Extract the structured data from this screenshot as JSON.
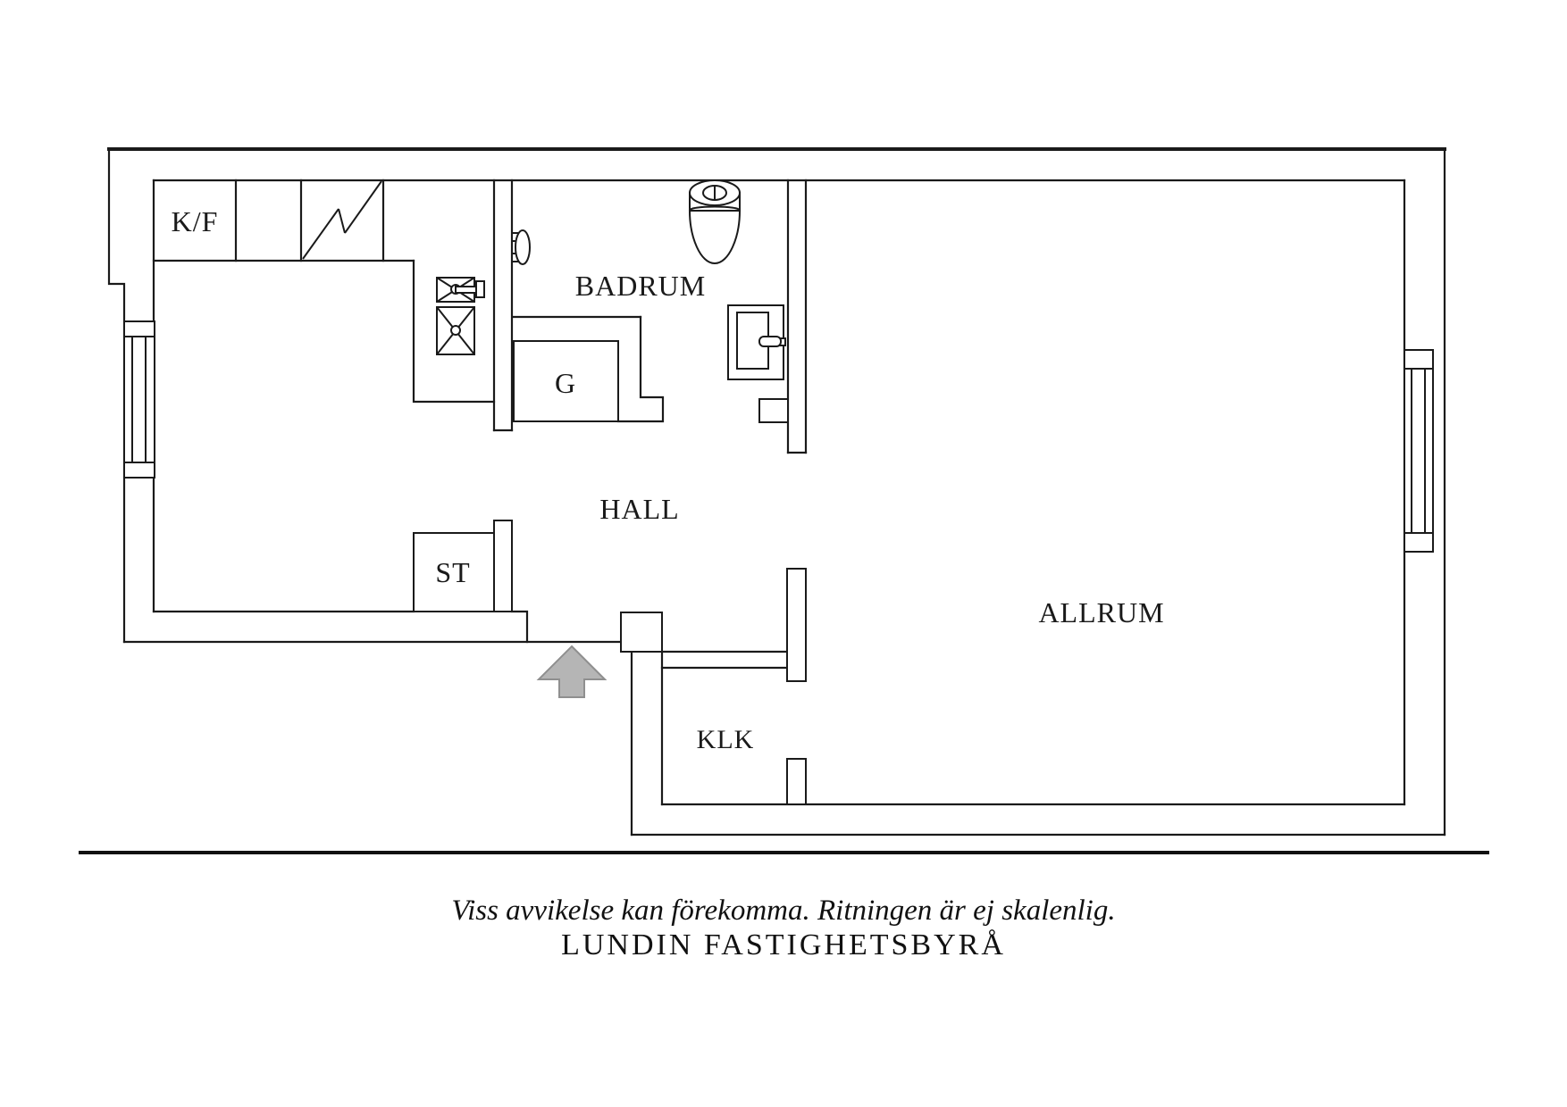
{
  "rooms": {
    "kf_label": "K/F",
    "badrum_label": "BADRUM",
    "g_label": "G",
    "hall_label": "HALL",
    "st_label": "ST",
    "allrum_label": "ALLRUM",
    "klk_label": "KLK"
  },
  "footer": {
    "disclaimer": "Viss avvikelse kan förekomma. Ritningen är ej skalenlig.",
    "brand": "LUNDIN FASTIGHETSBYRÅ"
  },
  "icons": {
    "toilet": "toilet-icon",
    "washbasin": "washbasin-icon",
    "kitchen_sink": "kitchen-sink-icon",
    "appliance": "appliance-icon",
    "wardrobe_diagonal": "wardrobe-diagonal-icon",
    "door_handle": "door-handle-icon",
    "entrance_arrow": "entrance-arrow-icon",
    "window_left": "window-icon",
    "window_right": "window-icon"
  },
  "colors": {
    "line": "#1a1a1a",
    "background": "#ffffff",
    "arrow_fill": "#b5b5b5",
    "arrow_stroke": "#8f8f8f"
  }
}
